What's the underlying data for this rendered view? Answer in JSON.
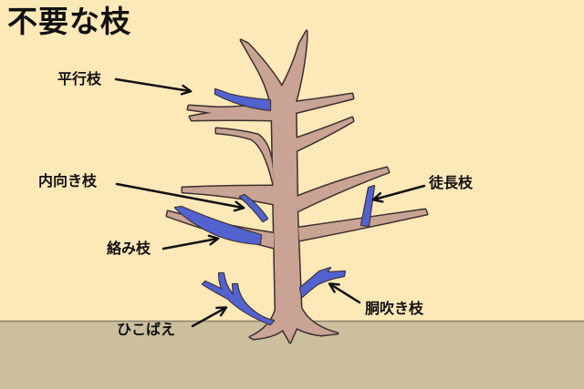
{
  "title": "不要な枝",
  "labels": {
    "parallel": "平行枝",
    "inward": "内向き枝",
    "crossing": "絡み枝",
    "sucker": "ひこばえ",
    "water_sprout": "徒長枝",
    "trunk_sprout": "胴吹き枝"
  },
  "colors": {
    "background": "#fde8b8",
    "ground": "#cbbf9e",
    "ground_line": "#8c8270",
    "tree": "#c9a393",
    "highlight": "#5262cf",
    "outline": "#3b3030"
  }
}
